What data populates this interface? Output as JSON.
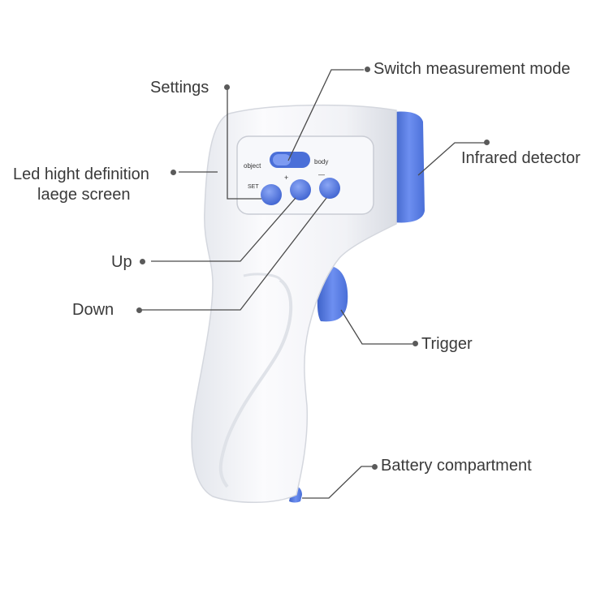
{
  "labels": {
    "switch_mode": "Switch measurement mode",
    "settings": "Settings",
    "infrared": "Infrared detector",
    "screen_line1": "Led hight definition",
    "screen_line2": "laege screen",
    "up": "Up",
    "down": "Down",
    "trigger": "Trigger",
    "battery": "Battery compartment"
  },
  "device_text": {
    "object": "object",
    "body": "body",
    "set": "SET",
    "plus": "+",
    "minus": "—"
  },
  "colors": {
    "accent_blue": "#5b7fe0",
    "body_white": "#f3f4f7",
    "line": "#4a4a4a",
    "text": "#3a3a3a"
  }
}
